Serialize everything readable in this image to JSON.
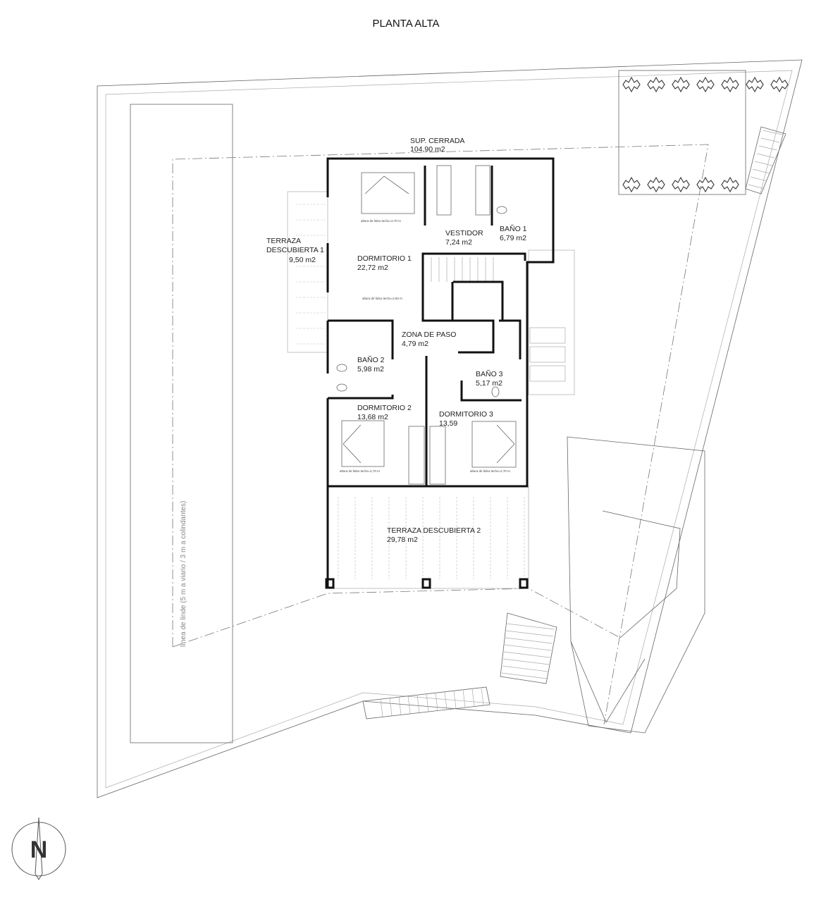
{
  "title": "PLANTA ALTA",
  "closed_area": {
    "label": "SUP. CERRADA",
    "value": "104,90 m2"
  },
  "rooms": [
    {
      "name": "TERRAZA",
      "name2": "DESCUBIERTA 1",
      "area": "9,50 m2"
    },
    {
      "name": "DORMITORIO 1",
      "area": "22,72  m2"
    },
    {
      "name": "VESTIDOR",
      "area": "7,24 m2"
    },
    {
      "name": "BAÑO 1",
      "area": "6,79 m2"
    },
    {
      "name": "ZONA DE PASO",
      "area": "4,79 m2"
    },
    {
      "name": "BAÑO 2",
      "area": "5,98 m2"
    },
    {
      "name": "BAÑO 3",
      "area": "5,17 m2"
    },
    {
      "name": "DORMITORIO 2",
      "area": "13,68 m2"
    },
    {
      "name": "DORMITORIO 3",
      "area": "13,59"
    },
    {
      "name": "TERRAZA DESCUBIERTA 2",
      "area": "29,78 m2"
    }
  ],
  "ceiling_notes": [
    "altura de falso techo=2,70 m",
    "altura de falso techo=2,50 m",
    "altura de falso techo=2,70 m",
    "altura de falso techo=2,70 m"
  ],
  "setback_note": "línea de linde (5 m a viario / 3 m a colindantes)",
  "north_label": "N",
  "icons": [
    "north-arrow-icon",
    "bed-icon",
    "wardrobe-icon",
    "toilet-icon",
    "tree-icon",
    "stairs-icon"
  ]
}
